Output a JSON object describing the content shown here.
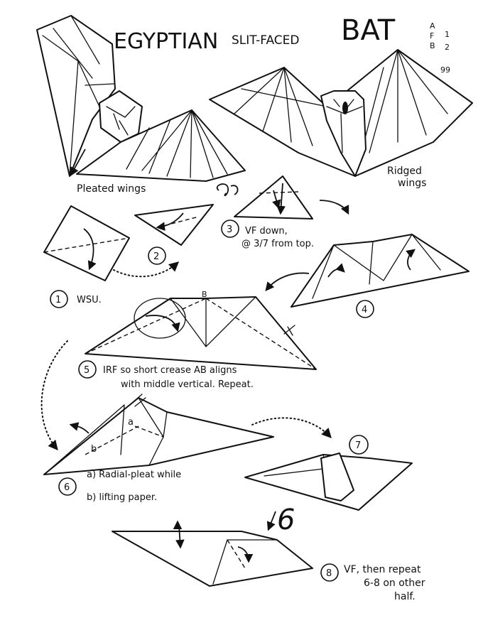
{
  "title": {
    "text": "EGYPTIAN SLIT-FACED BAT",
    "word1": "EGYPTIAN",
    "word2": "SLIT-FACED",
    "word3": "BAT",
    "author": [
      "A",
      "F",
      "B"
    ],
    "date": [
      "1",
      "2",
      "99"
    ]
  },
  "models": {
    "pleated": "Pleated wings",
    "ridged_line1": "Ridged",
    "ridged_line2": "wings"
  },
  "steps": [
    {
      "num": "1",
      "text": "WSU."
    },
    {
      "num": "2",
      "text": ""
    },
    {
      "num": "3",
      "line1": "VF down,",
      "line2": "@ 3/7 from top."
    },
    {
      "num": "4",
      "text": ""
    },
    {
      "num": "5",
      "line1": "IRF so short crease AB aligns",
      "line2": "with middle vertical. Repeat."
    },
    {
      "num": "6",
      "line1": "a) Radial-pleat while",
      "line2": "b) lifting paper."
    },
    {
      "num": "7",
      "text": ""
    },
    {
      "num": "8",
      "line1": "VF, then repeat",
      "line2": "6-8   on other",
      "line3": "half."
    }
  ],
  "labels": {
    "point_b": "B",
    "point_a_letter": "a",
    "point_b_letter": "b",
    "big_six": "6"
  }
}
